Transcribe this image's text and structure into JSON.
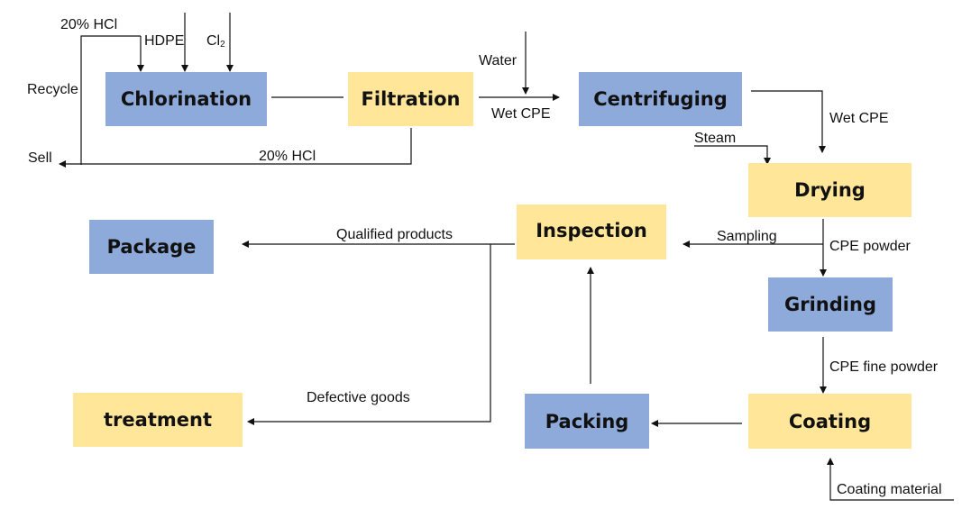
{
  "colors": {
    "blue_box": "#8eaadb",
    "yellow_box": "#ffe699",
    "line": "#111111"
  },
  "boxes": {
    "chlorination": "Chlorination",
    "filtration": "Filtration",
    "centrifuging": "Centrifuging",
    "drying": "Drying",
    "inspection": "Inspection",
    "package": "Package",
    "grinding": "Grinding",
    "treatment": "treatment",
    "packing": "Packing",
    "coating": "Coating"
  },
  "labels": {
    "hcl_in": "20% HCl",
    "hdpe": "HDPE",
    "cl2_base": "Cl",
    "cl2_sub": "2",
    "recycle": "Recycle",
    "sell": "Sell",
    "hcl_out": "20% HCl",
    "water": "Water",
    "wet_cpe_1": "Wet CPE",
    "wet_cpe_2": "Wet CPE",
    "steam": "Steam",
    "qualified": "Qualified products",
    "sampling": "Sampling",
    "cpe_powder": "CPE powder",
    "cpe_fine": "CPE fine powder",
    "defective": "Defective goods",
    "coating_material": "Coating material"
  }
}
